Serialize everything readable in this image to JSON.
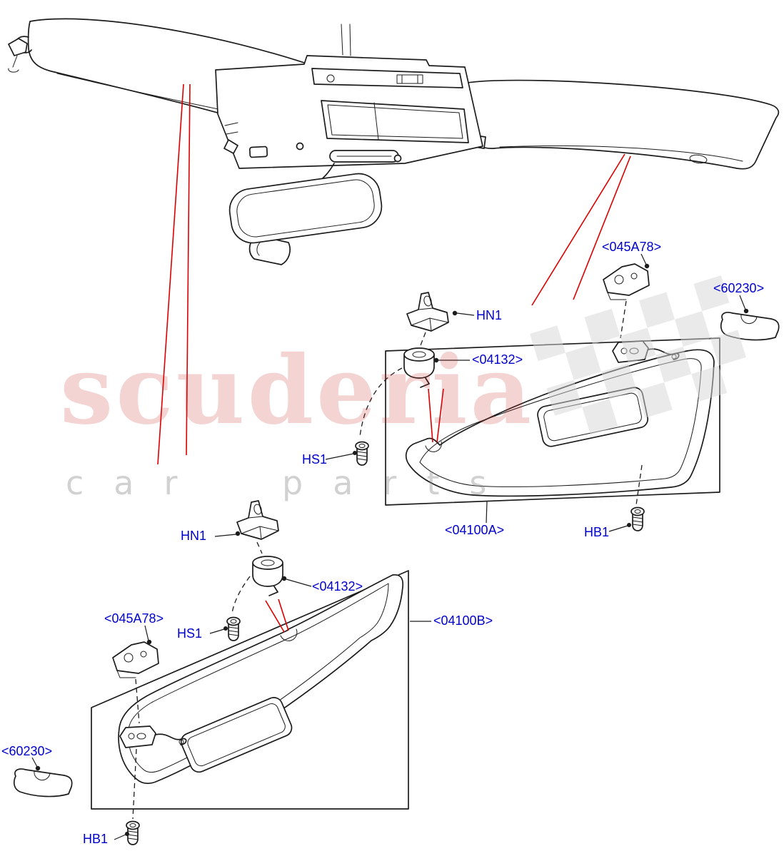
{
  "watermark": {
    "brand": "scuderia",
    "subtitle": "car parts"
  },
  "callouts": [
    {
      "label": "<045A78>"
    },
    {
      "label": "<60230>"
    },
    {
      "label": "HN1"
    },
    {
      "label": "<04132>"
    },
    {
      "label": "HS1"
    },
    {
      "label": "<04100A>"
    },
    {
      "label": "HB1"
    },
    {
      "label": "HN1"
    },
    {
      "label": "<04132>"
    },
    {
      "label": "<045A78>"
    },
    {
      "label": "HS1"
    },
    {
      "label": "<04100B>"
    },
    {
      "label": "<60230>"
    },
    {
      "label": "HB1"
    }
  ],
  "colors": {
    "label_blue": "#0000cc",
    "leader_red": "#dd0000",
    "line_black": "#1c1c1c",
    "watermark_red": "#cb2727",
    "checker_gray": "#d6d6d6"
  }
}
